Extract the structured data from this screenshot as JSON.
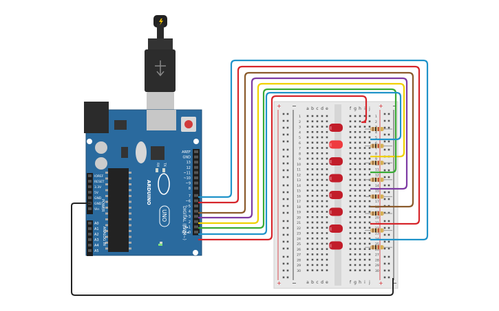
{
  "board": {
    "brand": "ARDUINO",
    "model": "UNO",
    "digital_title": "DIGITAL (PWM~)",
    "power_title": "POWER",
    "analog_title": "ANALOG IN",
    "reset_label": "RESET",
    "tx_label": "TX",
    "rx_label": "RX",
    "digital_pins": [
      "AREF",
      "GND",
      "13",
      "12",
      "~11",
      "~10",
      "~9",
      "8",
      "7",
      "~6",
      "~5",
      "4",
      "~3",
      "2",
      "TX▸1",
      "RX◂0"
    ],
    "power_pins": [
      "IOREF",
      "RESET",
      "3.3V",
      "5V",
      "GND",
      "GND",
      "Vin"
    ],
    "analog_pins": [
      "A0",
      "A1",
      "A2",
      "A3",
      "A4",
      "A5"
    ]
  },
  "breadboard": {
    "columns_left": [
      "a",
      "b",
      "c",
      "d",
      "e"
    ],
    "columns_right": [
      "f",
      "g",
      "h",
      "i",
      "j"
    ],
    "rows": [
      "1",
      "2",
      "3",
      "4",
      "5",
      "6",
      "7",
      "8",
      "9",
      "10",
      "11",
      "12",
      "13",
      "14",
      "15",
      "16",
      "17",
      "18",
      "19",
      "20",
      "21",
      "22",
      "23",
      "24",
      "25",
      "26",
      "27",
      "28",
      "29",
      "30"
    ],
    "plus": "+",
    "minus": "−"
  },
  "components": {
    "led_count": 8,
    "lit_led_index": 1,
    "resistor_count": 8
  },
  "colors": {
    "board": "#2a6a9e",
    "led": "#c21d2a",
    "led_lit": "#ef3b3f",
    "wire_blue": "#1f93c9",
    "wire_red": "#d6252b",
    "wire_brown": "#8a5a2b",
    "wire_purple": "#7d3aa3",
    "wire_yellow": "#f0d000",
    "wire_green": "#3aaa35",
    "wire_black": "#222222"
  }
}
